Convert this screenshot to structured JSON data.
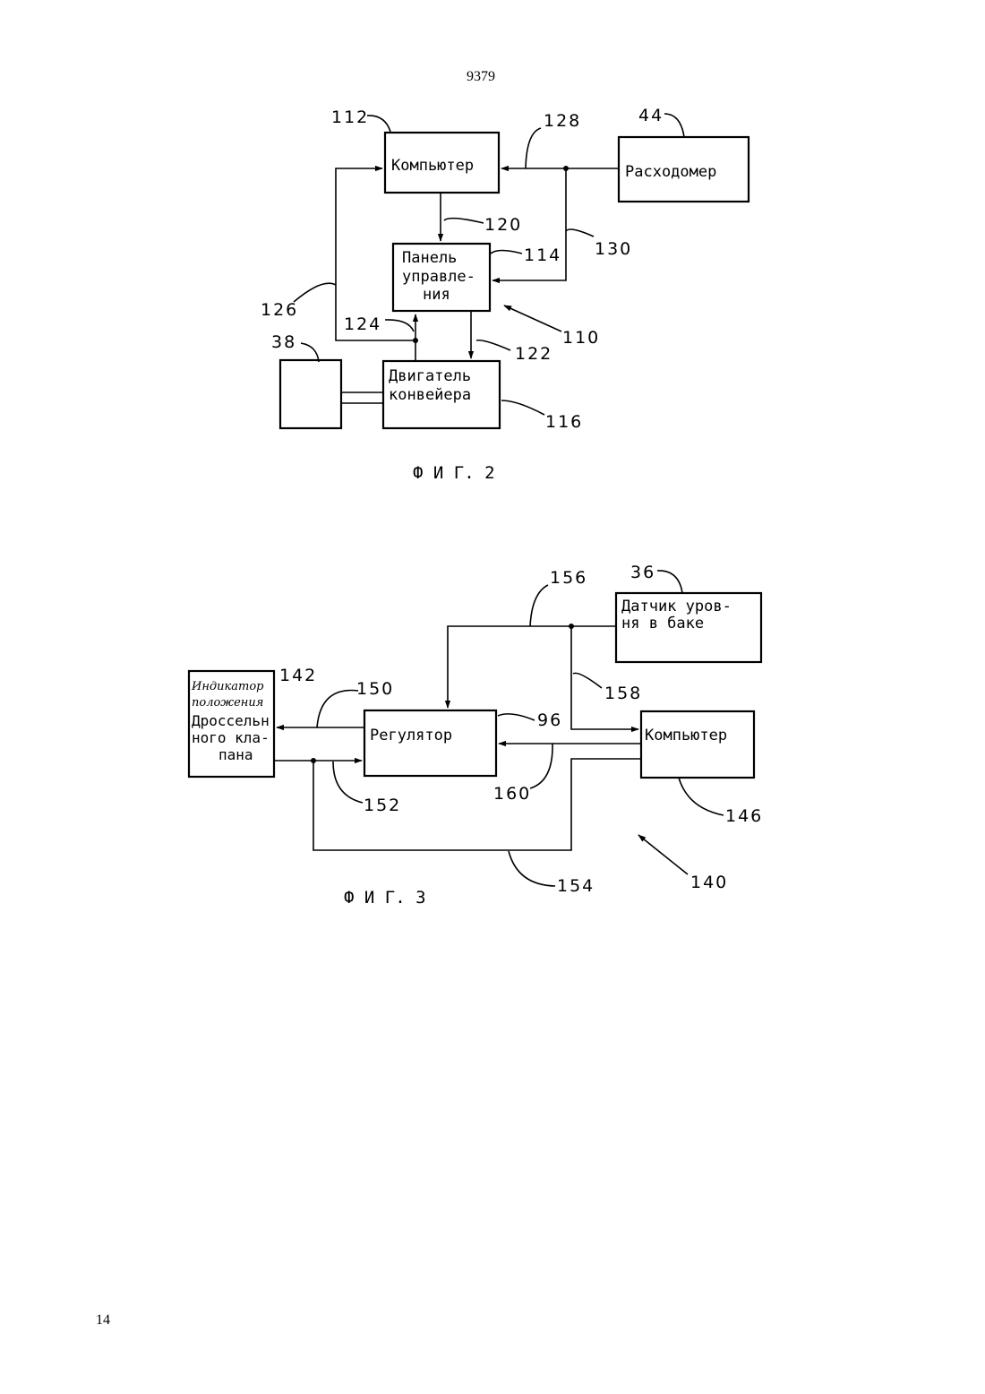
{
  "page": {
    "document_number": "9379",
    "page_number": "14"
  },
  "fig2": {
    "caption": "Ф И Г. 2",
    "blocks": {
      "computer": "Компьютер",
      "flowmeter": "Расходомер",
      "control_panel": [
        "Панель",
        "управле-",
        "ния"
      ],
      "conveyor_motor": [
        "Двигатель",
        "конвейера"
      ]
    },
    "refs": {
      "r112": "112",
      "r128": "128",
      "r44": "44",
      "r120": "120",
      "r114": "114",
      "r130": "130",
      "r126": "126",
      "r124": "124",
      "r110": "110",
      "r38": "38",
      "r122": "122",
      "r116": "116"
    }
  },
  "fig3": {
    "caption": "Ф И Г. 3",
    "blocks": {
      "level_sensor": [
        "Датчик уров-",
        "ня в баке"
      ],
      "indicator": [
        "Индикатор",
        "положения",
        "Дроссельн",
        "ного кла-",
        "пана"
      ],
      "regulator": "Регулятор",
      "computer": "Компьютер"
    },
    "refs": {
      "r156": "156",
      "r36": "36",
      "r142": "142",
      "r150": "150",
      "r96": "96",
      "r158": "158",
      "r152": "152",
      "r160": "160",
      "r146": "146",
      "r154": "154",
      "r140": "140"
    }
  },
  "icons": {
    "arrow": "arrowhead",
    "junction": "filled-dot"
  }
}
